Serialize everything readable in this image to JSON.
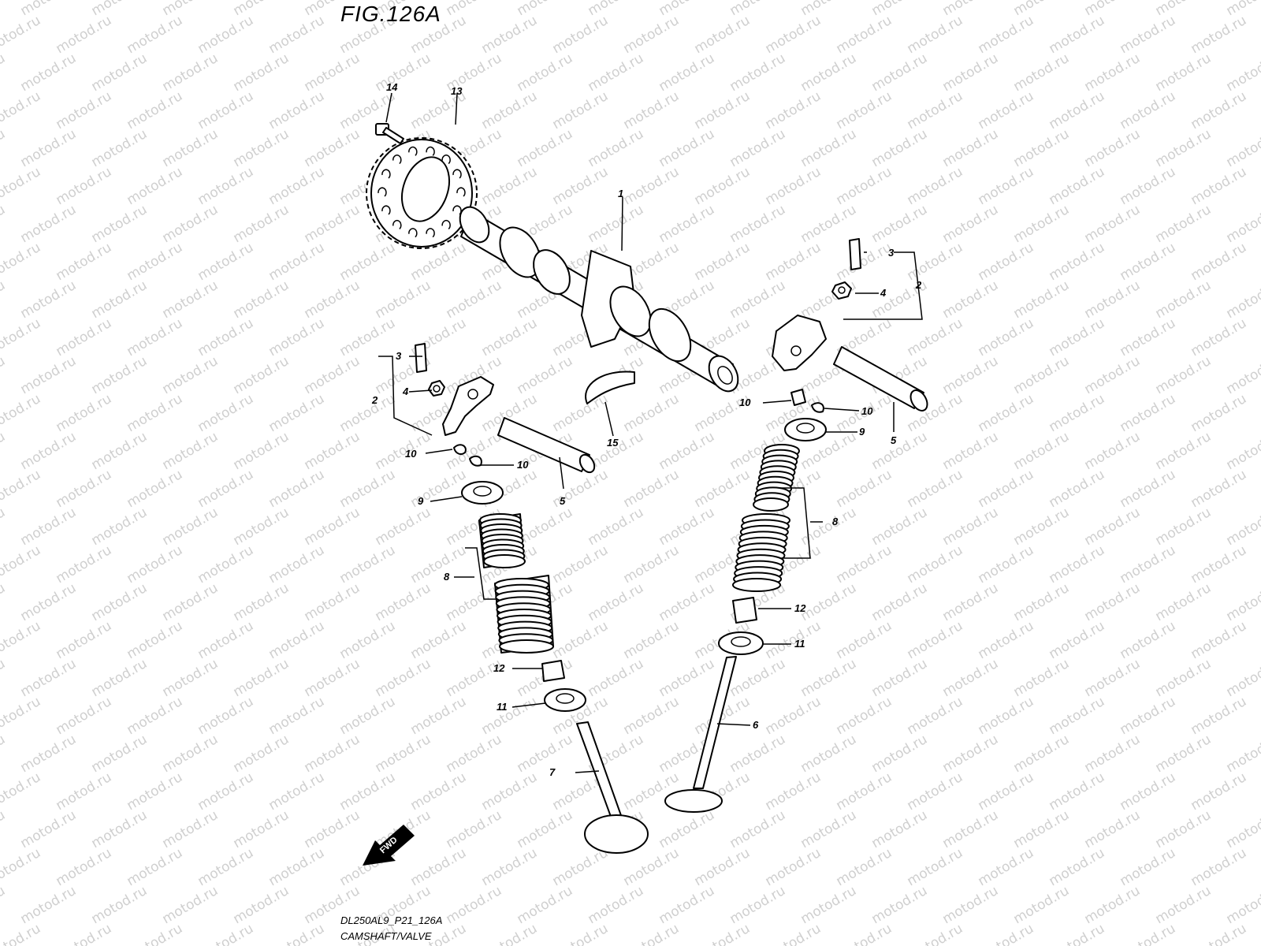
{
  "title": "FIG.126A",
  "footer": {
    "code": "DL250AL9_P21_126A",
    "name": "CAMSHAFT/VALVE"
  },
  "watermark": "motod.ru",
  "fwd_label": "FWD",
  "callouts": [
    "1",
    "2",
    "2",
    "3",
    "3",
    "4",
    "4",
    "5",
    "5",
    "6",
    "7",
    "8",
    "8",
    "9",
    "9",
    "10",
    "10",
    "10",
    "10",
    "11",
    "11",
    "12",
    "12",
    "13",
    "14",
    "15"
  ]
}
